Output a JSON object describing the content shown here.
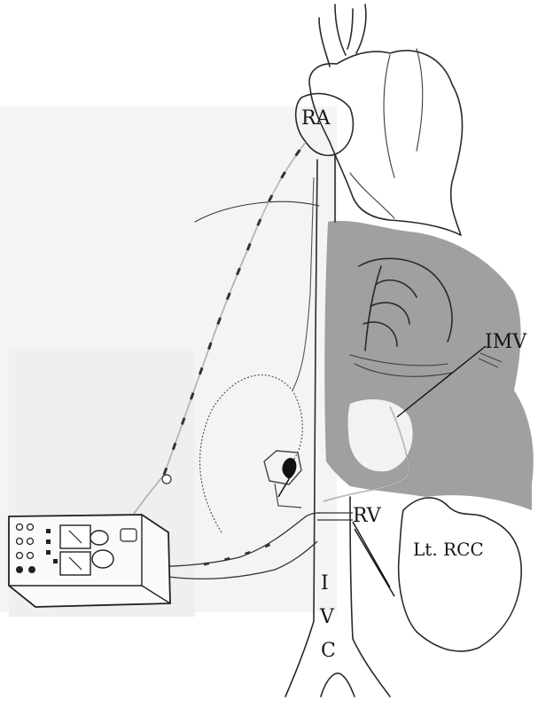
{
  "labels": {
    "ra": "RA",
    "imv": "IMV",
    "rv": "RV",
    "lt_rcc": "Lt. RCC",
    "ivc_i": "I",
    "ivc_v": "V",
    "ivc_c": "C"
  },
  "colors": {
    "liver_shading": "#8f8f8f",
    "ink": "#2a2a2a",
    "background_wash": "#f3f3f3"
  }
}
